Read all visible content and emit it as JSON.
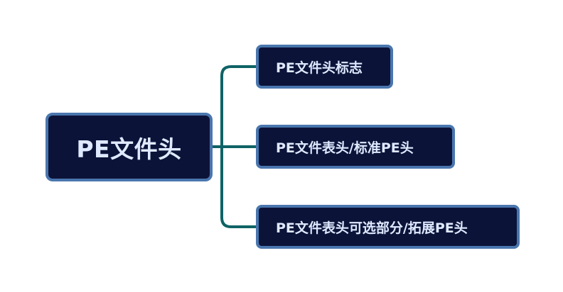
{
  "mindmap": {
    "root": {
      "label": "PE文件头"
    },
    "children": [
      {
        "label": "PE文件头标志"
      },
      {
        "label": "PE文件表头/标准PE头"
      },
      {
        "label": "PE文件表头可选部分/拓展PE头"
      }
    ]
  },
  "colors": {
    "node_fill": "#0c1338",
    "node_border": "#4a76ae",
    "node_text": "#dfe9ff",
    "connector": "#0f6366"
  }
}
